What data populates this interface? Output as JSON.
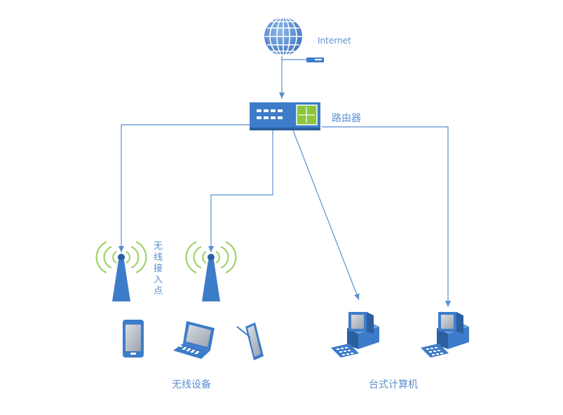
{
  "labels": {
    "internet": "Internet",
    "router": "路由器",
    "access_point": "无线接入点",
    "wireless_devices": "无线设备",
    "desktop_computers": "台式计算机"
  },
  "colors": {
    "line": "#5b8fcf",
    "device_blue": "#3d7cc9",
    "router_green": "#8cc63f",
    "wifi_green": "#9ed36a",
    "text": "#5b8fcf"
  },
  "icons": [
    "globe-icon",
    "modem-icon",
    "router-icon",
    "access-point-icon",
    "smartphone-icon",
    "laptop-icon",
    "tablet-icon",
    "desktop-computer-icon"
  ]
}
